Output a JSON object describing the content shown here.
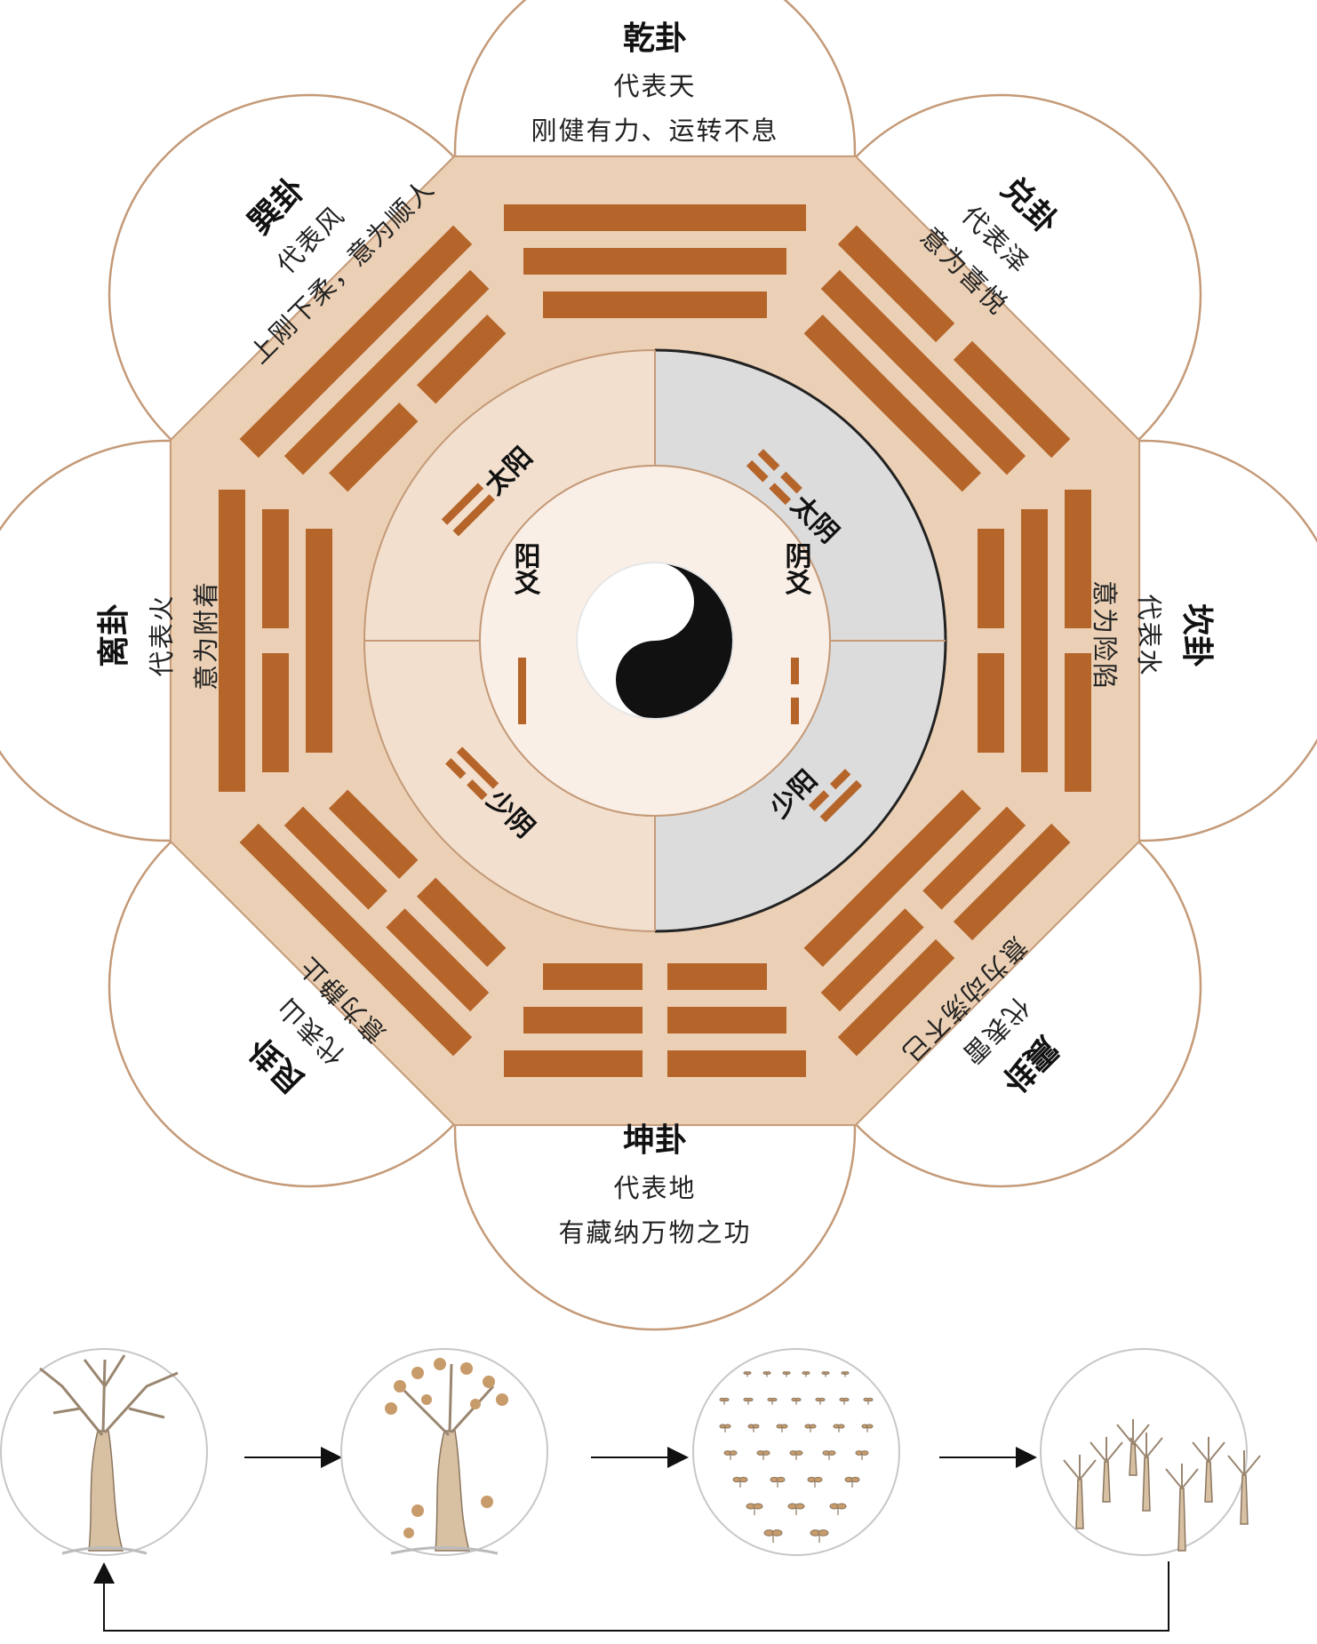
{
  "trigrams": [
    {
      "key": "qian",
      "title": "乾卦",
      "lines": [
        "代表天",
        "刚健有力、运转不息"
      ],
      "yao": [
        1,
        1,
        1
      ]
    },
    {
      "key": "dui",
      "title": "兑卦",
      "lines": [
        "代表泽",
        "意为喜悦"
      ],
      "yao": [
        0,
        1,
        1
      ]
    },
    {
      "key": "kan",
      "title": "坎卦",
      "lines": [
        "代表水",
        "意为险陷"
      ],
      "yao": [
        0,
        1,
        0
      ]
    },
    {
      "key": "zhen",
      "title": "震卦",
      "lines": [
        "代表雷",
        "意为动荡不已"
      ],
      "yao": [
        0,
        0,
        1
      ]
    },
    {
      "key": "kun",
      "title": "坤卦",
      "lines": [
        "代表地",
        "有藏纳万物之功"
      ],
      "yao": [
        0,
        0,
        0
      ]
    },
    {
      "key": "gen",
      "title": "艮卦",
      "lines": [
        "代表山",
        "意为静止"
      ],
      "yao": [
        1,
        0,
        0
      ]
    },
    {
      "key": "li",
      "title": "离卦",
      "lines": [
        "代表火",
        "意为附着"
      ],
      "yao": [
        1,
        0,
        1
      ]
    },
    {
      "key": "xun",
      "title": "巽卦",
      "lines": [
        "代表风",
        "上刚下柔，意为顺人"
      ],
      "yao": [
        1,
        1,
        0
      ]
    }
  ],
  "four_images": {
    "tai_yang": "太阳",
    "tai_yin": "太阴",
    "shao_yang": "少阳",
    "shao_yin": "少阴"
  },
  "yao": {
    "yang": "阳爻",
    "yin": "阴爻"
  },
  "colors": {
    "brown": "#b5652a",
    "octagon": "#ebd0b5",
    "petal_stroke": "#c49a78",
    "ring_light": "#f2dfcd",
    "ring_grey": "#dcdcdc",
    "center": "#faefe6"
  },
  "cycle_panels": [
    "bare-tree",
    "fruiting-tree",
    "seedlings-field",
    "young-trees-grove"
  ]
}
